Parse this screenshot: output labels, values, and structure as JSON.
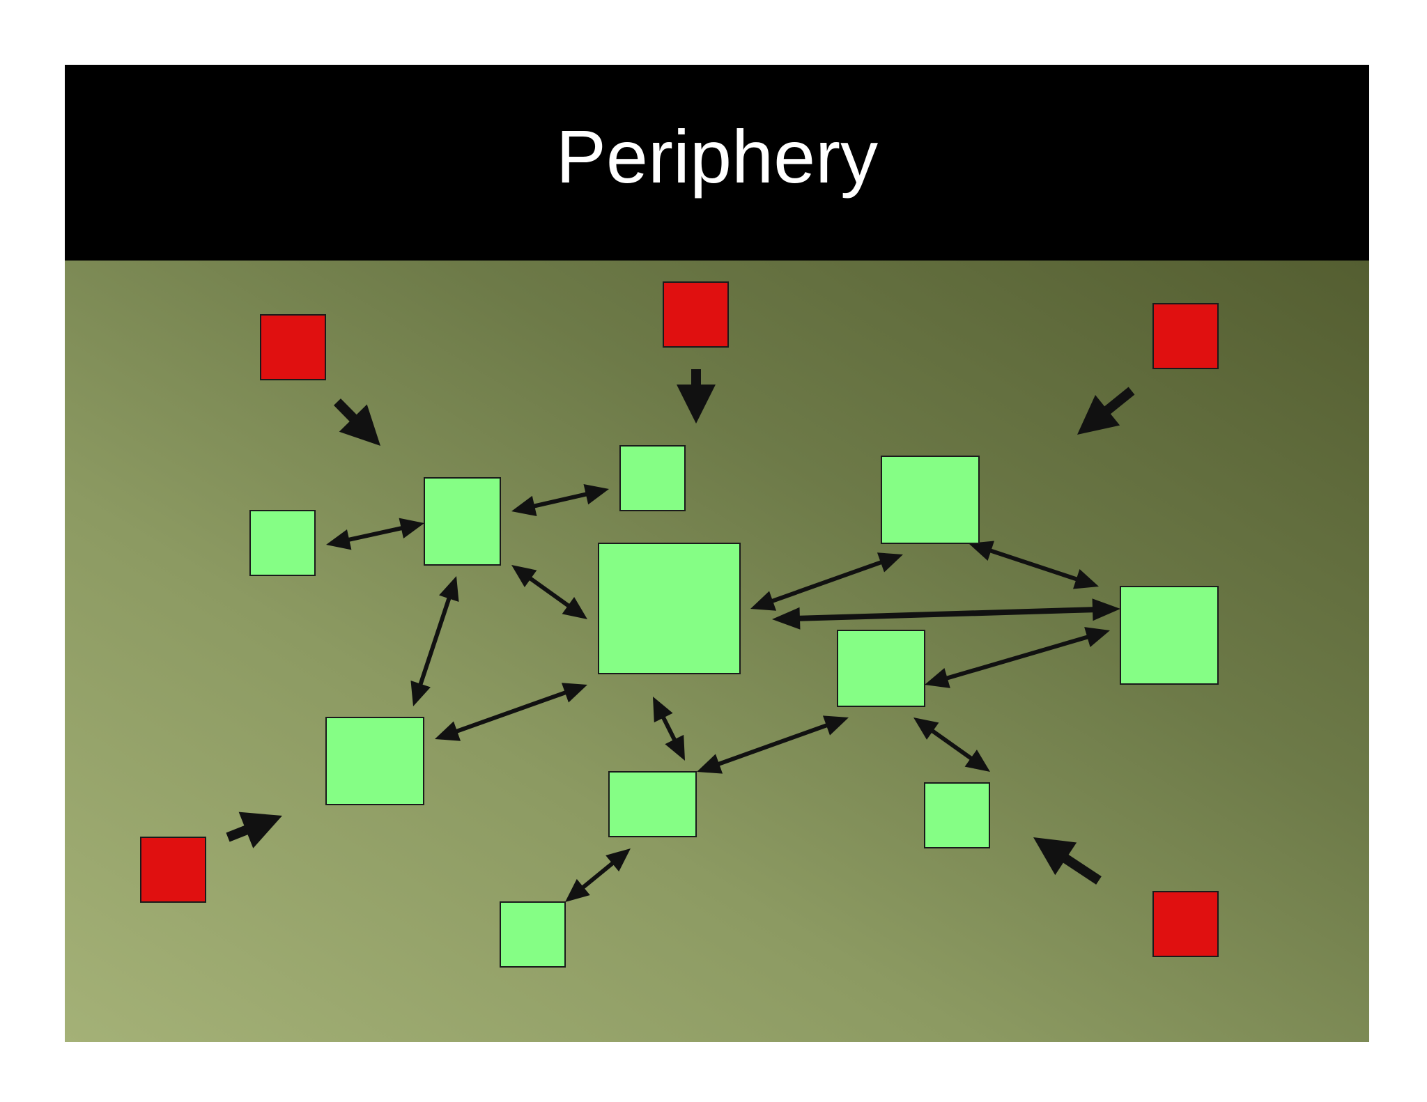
{
  "slide": {
    "title": "Periphery"
  },
  "colors": {
    "title_bar": "#000000",
    "title_text": "#ffffff",
    "core_node": "#85fe85",
    "peripheral_node": "#e01010",
    "arrow": "#111111",
    "background_light": "#a4b177",
    "background_dark": "#545e31"
  },
  "legend": {
    "core_node_color_name": "green",
    "peripheral_node_color_name": "red"
  }
}
